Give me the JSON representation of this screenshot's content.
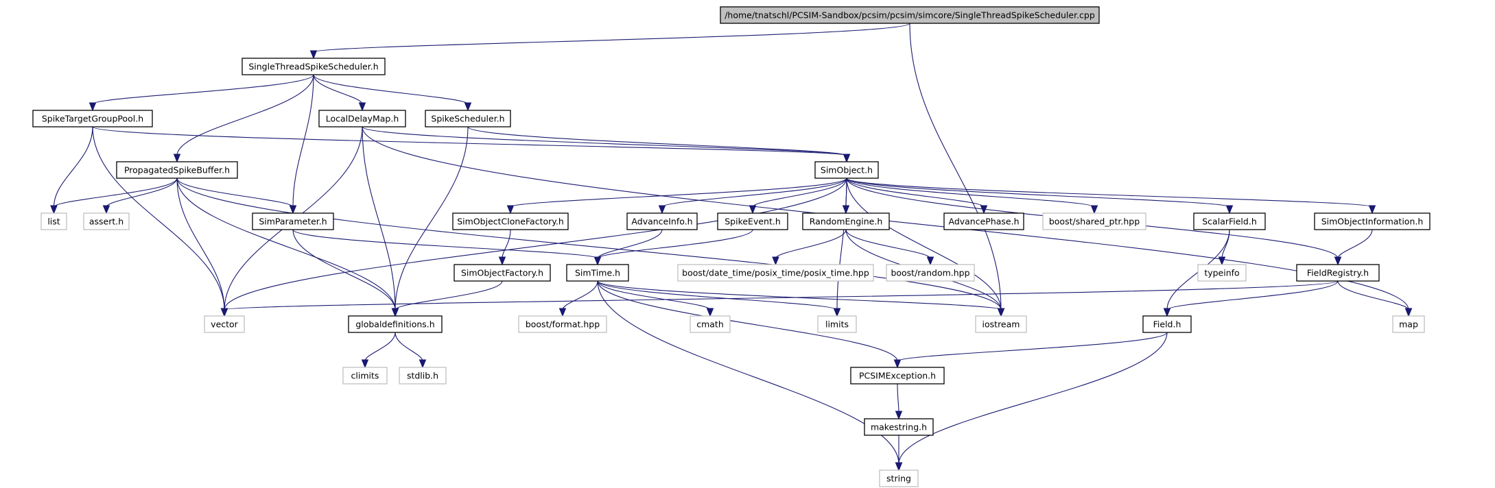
{
  "diagram": {
    "kind": "include-dependency-graph",
    "colors": {
      "edge": "#191970",
      "root_fill": "#bfbfbf",
      "local_border": "#000000",
      "external_border": "#bfbfbf"
    },
    "nodes": [
      {
        "id": "root",
        "label": "/home/tnatschl/PCSIM-Sandbox/pcsim/pcsim/simcore/SingleThreadSpikeScheduler.cpp",
        "style": "root"
      },
      {
        "id": "stss_h",
        "label": "SingleThreadSpikeScheduler.h",
        "style": "local"
      },
      {
        "id": "stgp",
        "label": "SpikeTargetGroupPool.h",
        "style": "local"
      },
      {
        "id": "ldm",
        "label": "LocalDelayMap.h",
        "style": "local"
      },
      {
        "id": "ss",
        "label": "SpikeScheduler.h",
        "style": "local"
      },
      {
        "id": "psb",
        "label": "PropagatedSpikeBuffer.h",
        "style": "local"
      },
      {
        "id": "so",
        "label": "SimObject.h",
        "style": "local"
      },
      {
        "id": "list",
        "label": "list",
        "style": "external"
      },
      {
        "id": "assert",
        "label": "assert.h",
        "style": "external"
      },
      {
        "id": "sp",
        "label": "SimParameter.h",
        "style": "local"
      },
      {
        "id": "socf",
        "label": "SimObjectCloneFactory.h",
        "style": "local"
      },
      {
        "id": "ai",
        "label": "AdvanceInfo.h",
        "style": "local"
      },
      {
        "id": "se",
        "label": "SpikeEvent.h",
        "style": "local"
      },
      {
        "id": "re",
        "label": "RandomEngine.h",
        "style": "local"
      },
      {
        "id": "ap",
        "label": "AdvancePhase.h",
        "style": "local"
      },
      {
        "id": "bsp",
        "label": "boost/shared_ptr.hpp",
        "style": "external"
      },
      {
        "id": "sf",
        "label": "ScalarField.h",
        "style": "local"
      },
      {
        "id": "soi",
        "label": "SimObjectInformation.h",
        "style": "local"
      },
      {
        "id": "sof",
        "label": "SimObjectFactory.h",
        "style": "local"
      },
      {
        "id": "st",
        "label": "SimTime.h",
        "style": "local"
      },
      {
        "id": "bdt",
        "label": "boost/date_time/posix_time/posix_time.hpp",
        "style": "external"
      },
      {
        "id": "brand",
        "label": "boost/random.hpp",
        "style": "external"
      },
      {
        "id": "ti",
        "label": "typeinfo",
        "style": "external"
      },
      {
        "id": "fr",
        "label": "FieldRegistry.h",
        "style": "local"
      },
      {
        "id": "vector",
        "label": "vector",
        "style": "external"
      },
      {
        "id": "gd",
        "label": "globaldefinitions.h",
        "style": "local"
      },
      {
        "id": "bfmt",
        "label": "boost/format.hpp",
        "style": "external"
      },
      {
        "id": "cmath",
        "label": "cmath",
        "style": "external"
      },
      {
        "id": "limits",
        "label": "limits",
        "style": "external"
      },
      {
        "id": "iostream",
        "label": "iostream",
        "style": "external"
      },
      {
        "id": "field",
        "label": "Field.h",
        "style": "local"
      },
      {
        "id": "map",
        "label": "map",
        "style": "external"
      },
      {
        "id": "climits",
        "label": "climits",
        "style": "external"
      },
      {
        "id": "stdlib",
        "label": "stdlib.h",
        "style": "external"
      },
      {
        "id": "pe",
        "label": "PCSIMException.h",
        "style": "local"
      },
      {
        "id": "ms",
        "label": "makestring.h",
        "style": "local"
      },
      {
        "id": "string",
        "label": "string",
        "style": "external"
      }
    ],
    "edges": [
      [
        "root",
        "stss_h"
      ],
      [
        "root",
        "iostream"
      ],
      [
        "stss_h",
        "stgp"
      ],
      [
        "stss_h",
        "ldm"
      ],
      [
        "stss_h",
        "ss"
      ],
      [
        "stss_h",
        "psb"
      ],
      [
        "stss_h",
        "sp"
      ],
      [
        "stgp",
        "list"
      ],
      [
        "stgp",
        "vector"
      ],
      [
        "stgp",
        "so"
      ],
      [
        "ldm",
        "vector"
      ],
      [
        "ldm",
        "gd"
      ],
      [
        "ldm",
        "so"
      ],
      [
        "ldm",
        "map"
      ],
      [
        "ss",
        "gd"
      ],
      [
        "ss",
        "so"
      ],
      [
        "psb",
        "list"
      ],
      [
        "psb",
        "assert"
      ],
      [
        "psb",
        "sp"
      ],
      [
        "psb",
        "vector"
      ],
      [
        "psb",
        "gd"
      ],
      [
        "psb",
        "iostream"
      ],
      [
        "so",
        "socf"
      ],
      [
        "so",
        "ai"
      ],
      [
        "so",
        "se"
      ],
      [
        "so",
        "re"
      ],
      [
        "so",
        "ap"
      ],
      [
        "so",
        "bsp"
      ],
      [
        "so",
        "sf"
      ],
      [
        "so",
        "soi"
      ],
      [
        "so",
        "fr"
      ],
      [
        "so",
        "vector"
      ],
      [
        "so",
        "limits"
      ],
      [
        "so",
        "iostream"
      ],
      [
        "sp",
        "st"
      ],
      [
        "sp",
        "gd"
      ],
      [
        "socf",
        "sof"
      ],
      [
        "sof",
        "gd"
      ],
      [
        "ai",
        "st"
      ],
      [
        "se",
        "st"
      ],
      [
        "re",
        "bdt"
      ],
      [
        "re",
        "brand"
      ],
      [
        "re",
        "iostream"
      ],
      [
        "sf",
        "ti"
      ],
      [
        "sf",
        "field"
      ],
      [
        "soi",
        "fr"
      ],
      [
        "fr",
        "vector"
      ],
      [
        "fr",
        "field"
      ],
      [
        "fr",
        "map"
      ],
      [
        "st",
        "bfmt"
      ],
      [
        "st",
        "cmath"
      ],
      [
        "st",
        "limits"
      ],
      [
        "st",
        "iostream"
      ],
      [
        "st",
        "pe"
      ],
      [
        "st",
        "string"
      ],
      [
        "gd",
        "climits"
      ],
      [
        "gd",
        "stdlib"
      ],
      [
        "field",
        "pe"
      ],
      [
        "field",
        "string"
      ],
      [
        "pe",
        "ms"
      ],
      [
        "ms",
        "string"
      ]
    ]
  }
}
